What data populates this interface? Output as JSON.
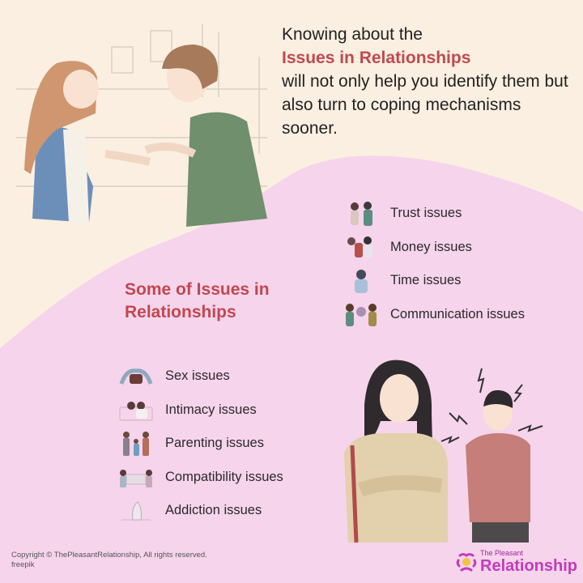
{
  "intro": {
    "line1": "Knowing about the",
    "highlight": "Issues in Relationships",
    "line3": "will not only help you identify them but also turn to coping mechanisms sooner."
  },
  "section_title": "Some of Issues in Relationships",
  "issues_right": [
    {
      "label": "Trust issues",
      "icon": "trust-icon"
    },
    {
      "label": "Money issues",
      "icon": "money-icon"
    },
    {
      "label": "Time issues",
      "icon": "time-icon"
    },
    {
      "label": "Communication issues",
      "icon": "communication-icon"
    }
  ],
  "issues_left": [
    {
      "label": "Sex issues",
      "icon": "sex-icon"
    },
    {
      "label": "Intimacy issues",
      "icon": "intimacy-icon"
    },
    {
      "label": "Parenting issues",
      "icon": "parenting-icon"
    },
    {
      "label": "Compatibility issues",
      "icon": "compatibility-icon"
    },
    {
      "label": "Addiction issues",
      "icon": "addiction-icon"
    }
  ],
  "footer": {
    "copyright": "Copyright © ThePleasantRelationship, All rights reserved.",
    "credit": "freepik"
  },
  "logo": {
    "small": "The Pleasant",
    "big": "Relationship"
  },
  "colors": {
    "cream_bg": "#fbefe1",
    "pink_bg": "#f6d4ec",
    "accent_red": "#c0484f",
    "logo_magenta": "#c43bb8"
  }
}
